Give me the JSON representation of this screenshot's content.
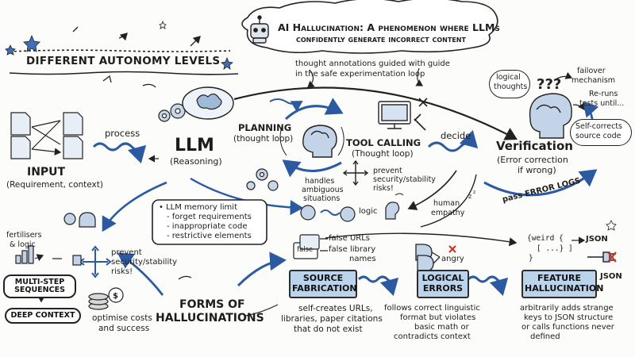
{
  "title": {
    "line1": "AI Hallucination: A phenomenon where LLMs",
    "line2": "confidently generate incorrect content"
  },
  "autonomy_banner": "DIFFERENT AUTONOMY LEVELS",
  "thought_annotations": {
    "line1": "thought annotations guided with guide",
    "line2": "in the safe experimentation loop"
  },
  "input": {
    "title": "INPUT",
    "subtitle": "(Requirement, context)"
  },
  "process_label": "process",
  "llm": {
    "title": "LLM",
    "subtitle": "(Reasoning)"
  },
  "planning": {
    "title": "PLANNING",
    "subtitle": "(thought loop)"
  },
  "tool_calling": {
    "title": "TOOL CALLING",
    "subtitle": "(Thought loop)"
  },
  "decide_label": "decide",
  "verification": {
    "title": "Verification",
    "line1": "(Error correction",
    "line2": "if wrong)"
  },
  "right_notes": {
    "logical_thoughts_1": "logical",
    "logical_thoughts_2": "thoughts",
    "failover_1": "failover",
    "failover_2": "mechanism",
    "reruns_1": "Re-runs",
    "reruns_2": "tests until...",
    "self_corrects_1": "Self-corrects",
    "self_corrects_2": "source code",
    "pass_error_logs": "pass ERROR LOGS"
  },
  "middle_notes": {
    "handles_1": "handles",
    "handles_2": "ambiguous",
    "handles_3": "situations",
    "prevent_1": "prevent",
    "prevent_2": "security/stability",
    "prevent_3": "risks!",
    "logic": "logic",
    "human_1": "human",
    "human_2": "empathy"
  },
  "memory_box": {
    "line1": "• LLM memory limit",
    "line2": "- forget requirements",
    "line3": "- inappropriate code",
    "line4": "- restrictive elements"
  },
  "left_notes": {
    "fertilisers_1": "fertilisers",
    "fertilisers_2": "& logic",
    "prevent_1": "prevent",
    "prevent_2": "security/stability",
    "prevent_3": "risks!",
    "multistep_1": "MULTI-STEP",
    "multistep_2": "SEQUENCES",
    "deep_context": "DEEP CONTEXT",
    "optimise_1": "optimise costs",
    "optimise_2": "and success"
  },
  "forms": {
    "line1": "FORMS OF",
    "line2": "HALLUCINATIONS"
  },
  "source_fabrication": {
    "box_1": "SOURCE",
    "box_2": "FABRICATION",
    "false_label": "false",
    "false_urls": "false URLs",
    "false_library_1": "false library",
    "false_library_2": "names",
    "desc_1": "self-creates URLs,",
    "desc_2": "libraries, paper citations",
    "desc_3": "that do not exist"
  },
  "logical_errors": {
    "box_1": "LOGICAL",
    "box_2": "ERRORS",
    "angry": "angry",
    "desc_1": "follows correct linguistic",
    "desc_2": "format but violates",
    "desc_3": "basic math or",
    "desc_4": "contradicts context"
  },
  "feature_hallucination": {
    "box_1": "FEATURE",
    "box_2": "HALLUCINATION",
    "code_1": "{weird {",
    "code_2": "[ ...} ]",
    "code_3": "}",
    "json_1": "JSON",
    "json_2": "JSON",
    "desc_1": "arbitrarily adds strange",
    "desc_2": "keys to JSON structure",
    "desc_3": "or calls functions never",
    "desc_4": "defined"
  },
  "colors": {
    "ink": "#1d1d1d",
    "accent_blue": "#3f6fb5",
    "box_blue": "#bcd3ec",
    "error_red": "#c0392b"
  }
}
